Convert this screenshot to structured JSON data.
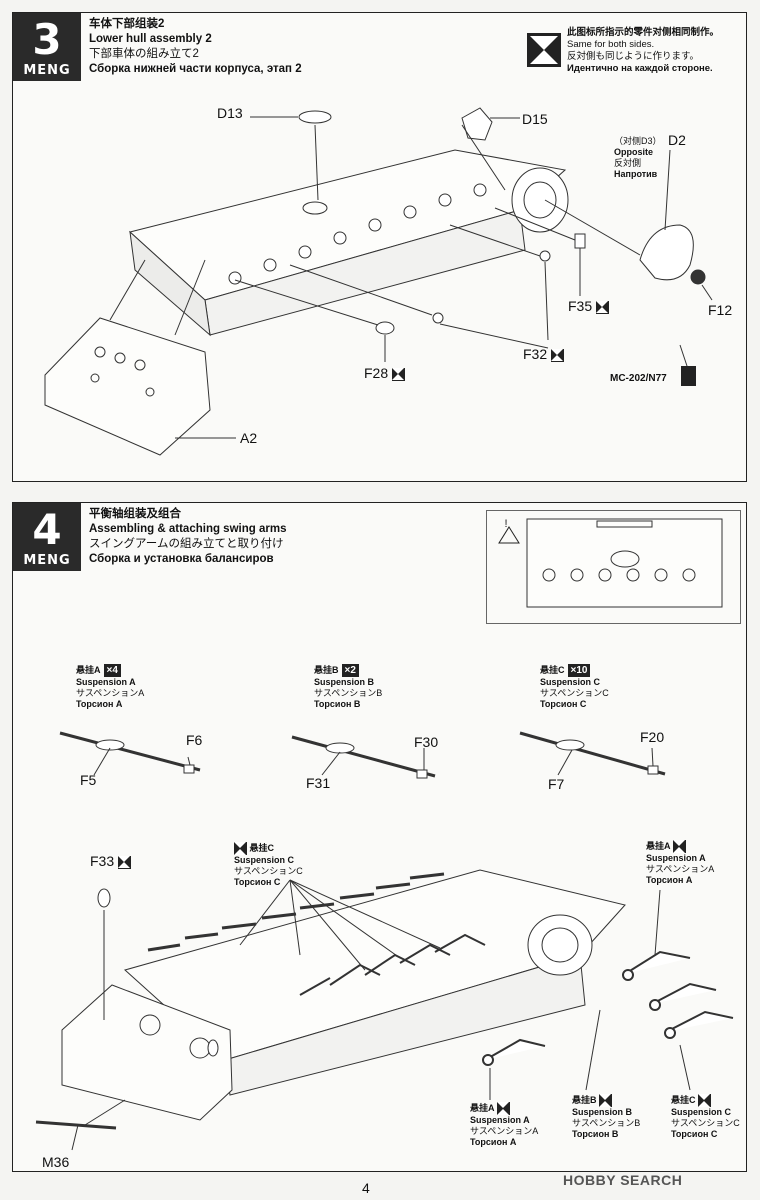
{
  "step3": {
    "number": "3",
    "brand": "MENG",
    "title_zh": "车体下部组装2",
    "title_en": "Lower hull assembly 2",
    "title_ja": "下部車体の組み立て2",
    "title_ru": "Сборка нижней части корпуса, этап 2",
    "note_zh": "此图标所指示的零件对侧相同制作。",
    "note_en": "Same for both sides.",
    "note_ja": "反対側も同じように作ります。",
    "note_ru": "Идентично на каждой стороне.",
    "parts": {
      "d13": "D13",
      "d15": "D15",
      "d2": "D2",
      "opposite_zh": "（对侧D3）",
      "opposite_en": "Opposite",
      "opposite_ja": "反対側",
      "opposite_ru": "Напротив",
      "f35": "F35",
      "f12": "F12",
      "f32": "F32",
      "f28": "F28",
      "a2": "A2",
      "paint": "MC-202/N77"
    }
  },
  "step4": {
    "number": "4",
    "brand": "MENG",
    "title_zh": "平衡轴组装及组合",
    "title_en": "Assembling & attaching swing arms",
    "title_ja": "スイングアームの組み立てと取り付け",
    "title_ru": "Сборка и установка балансиров",
    "susp_a": {
      "zh": "悬挂A",
      "en": "Suspension A",
      "ja": "サスペンションA",
      "ru": "Торсион A",
      "qty": "×4"
    },
    "susp_b": {
      "zh": "悬挂B",
      "en": "Suspension B",
      "ja": "サスペンションB",
      "ru": "Торсион B",
      "qty": "×2"
    },
    "susp_c": {
      "zh": "悬挂C",
      "en": "Suspension C",
      "ja": "サスペンションC",
      "ru": "Торсион C",
      "qty": "×10"
    },
    "parts": {
      "f5": "F5",
      "f6": "F6",
      "f31": "F31",
      "f30": "F30",
      "f7": "F7",
      "f20": "F20",
      "f33": "F33",
      "m36": "M36"
    }
  },
  "footer": {
    "page": "4",
    "watermark": "HOBBY SEARCH"
  }
}
